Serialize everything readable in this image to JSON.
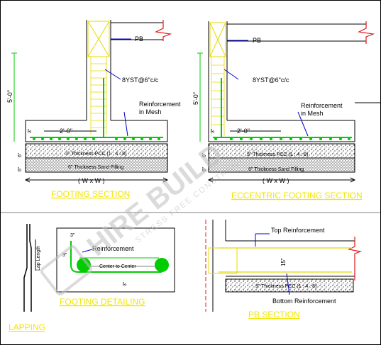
{
  "footing_section": {
    "title": "FOOTING SECTION",
    "column_label": "PB",
    "bar_label": "8YST@6\"c/c",
    "reinforcement_label": [
      "Reinforcement",
      "in Mesh"
    ],
    "height_label": "5'-0\"",
    "half_width": "2'-0\"",
    "pcc_label": "3\" Thickness PCC (1 : 4 : 8)",
    "sand_label": "6\" Thickness Sand Filling",
    "cover_label": "3\"",
    "depth_label_1": "6\"",
    "depth_label_2": "6\"",
    "width_label": "( W x W )"
  },
  "eccentric_section": {
    "title": "ECCENTRIC FOOTING SECTION",
    "column_label": "PB",
    "bar_label": "8YST@6\"c/c",
    "reinforcement_label": [
      "Reinforcement",
      "in Mesh"
    ],
    "height_label": "5'-0\"",
    "half_width": "2'-0\"",
    "pcc_label": "3\" Thickness PCC (1 : 4 : 8)",
    "sand_label": "6\" Thickness Sand Filling",
    "cover_label": "3\"",
    "depth_label_1": "6\"",
    "depth_label_2": "6\"",
    "width_label": "( W x W )"
  },
  "lapping": {
    "title": "LAPPING",
    "lap_label": "Lap Length"
  },
  "footing_detailing": {
    "title": "FOOTING DETAILING",
    "reinforcement_label": "Reinforcement",
    "center_label": "Center to Center",
    "cover_top": "3\"",
    "cover_side": "3\"",
    "cover_bottom": "3\""
  },
  "pb_section": {
    "title": "PB SECTION",
    "top_label": "Top Reinforcement",
    "bottom_label": "Bottom Reinforcement",
    "depth_label": "15\"",
    "pcc_label": "3\" Thickness PCC (1 : 4 : 8)"
  },
  "watermark": {
    "brand": "HIRE BUILD",
    "tagline": "STRESS FREE CONSTRUCTION"
  },
  "colors": {
    "line": "#000000",
    "reinforcement": "#00cc00",
    "title": "#f2e600",
    "break_line": "#e01818",
    "column": "#f2e600"
  }
}
